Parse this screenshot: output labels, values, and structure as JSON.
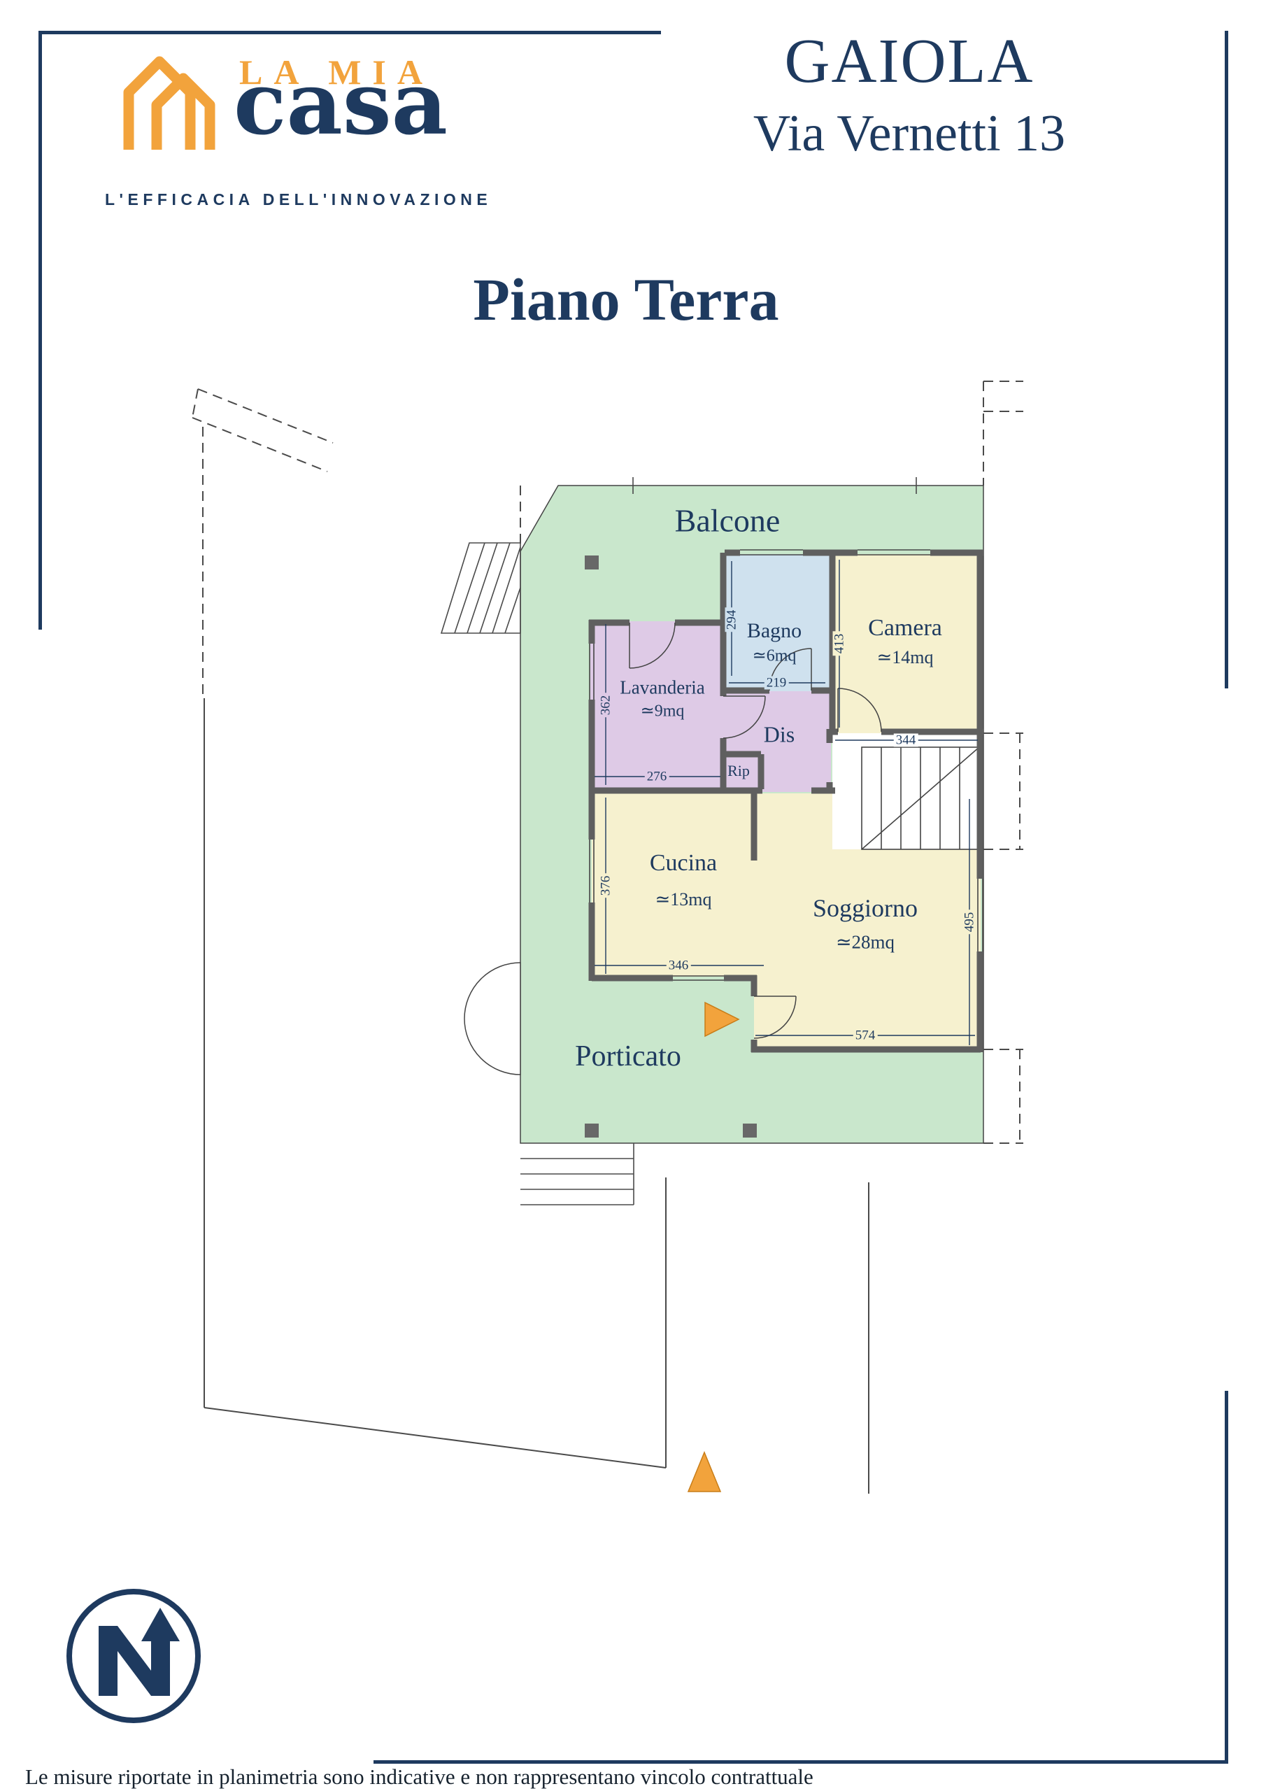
{
  "brand": {
    "line1": "LA MIA",
    "line2": "casa",
    "tagline": "L'EFFICACIA DELL'INNOVAZIONE"
  },
  "header": {
    "property_name": "GAIOLA",
    "address": "Via Vernetti 13",
    "floor_title": "Piano Terra"
  },
  "plan": {
    "outdoor": {
      "balcony": "Balcone",
      "porch": "Porticato"
    },
    "rooms": [
      {
        "label": "Bagno",
        "size": "≃6mq"
      },
      {
        "label": "Camera",
        "size": "≃14mq"
      },
      {
        "label": "Lavanderia",
        "size": "≃9mq"
      },
      {
        "label": "Dis",
        "size": ""
      },
      {
        "label": "Rip",
        "size": ""
      },
      {
        "label": "Cucina",
        "size": "≃13mq"
      },
      {
        "label": "Soggiorno",
        "size": "≃28mq"
      }
    ],
    "dimensions_cm": {
      "bagno_height": "294",
      "bagno_width": "219",
      "camera_height": "413",
      "camera_width": "344",
      "lavanderia_height": "362",
      "lavanderia_width": "276",
      "cucina_height": "376",
      "cucina_width": "346",
      "soggiorno_height": "495",
      "soggiorno_width": "574"
    }
  },
  "colors": {
    "accent_orange": "#F2A33C",
    "navy": "#1E3A5F",
    "balcony_green": "#C9E7CC",
    "room_yellow": "#F6F1CF",
    "bath_blue": "#CFE1EE",
    "service_purple": "#DECAE6",
    "wall_gray": "#5F5F5F"
  },
  "icons": {
    "logo": "double-house-outline",
    "compass": "north-arrow",
    "entrance_marker": "orange-arrow-right",
    "driveway_marker": "orange-arrow-up"
  },
  "footer": {
    "disclaimer": "Le misure riportate in planimetria sono indicative e non rappresentano vincolo contrattuale"
  }
}
